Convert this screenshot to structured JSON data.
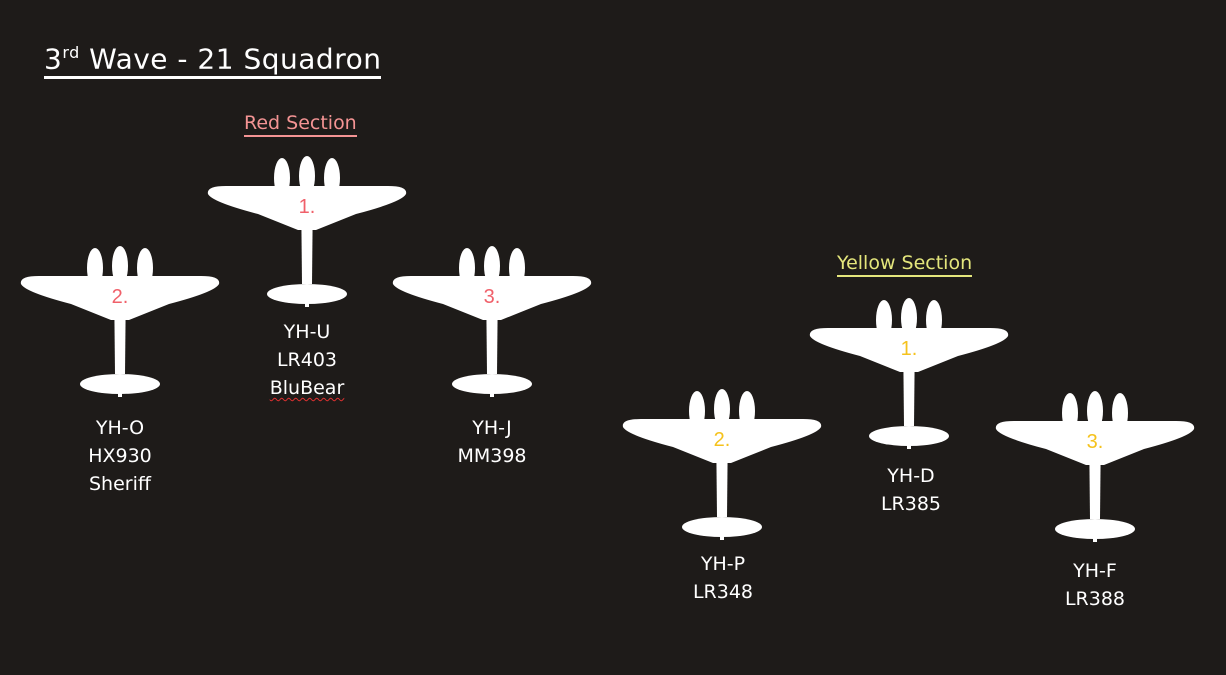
{
  "title": {
    "prefix": "3",
    "sup": "rd",
    "rest": " Wave - 21 Squadron"
  },
  "colors": {
    "background": "#1e1b19",
    "red_heading": "#f49494",
    "red_number": "#f0606a",
    "yellow_heading": "#e4e67c",
    "yellow_number": "#f5c21c"
  },
  "red_section": {
    "heading": "Red Section",
    "aircraft": [
      {
        "number": "1.",
        "code": "YH-U",
        "serial": "LR403",
        "pilot": "BluBear"
      },
      {
        "number": "2.",
        "code": "YH-O",
        "serial": "HX930",
        "pilot": "Sheriff"
      },
      {
        "number": "3.",
        "code": "YH-J",
        "serial": "MM398"
      }
    ]
  },
  "yellow_section": {
    "heading": "Yellow Section",
    "aircraft": [
      {
        "number": "1.",
        "code": "YH-D",
        "serial": "LR385"
      },
      {
        "number": "2.",
        "code": "YH-P",
        "serial": "LR348"
      },
      {
        "number": "3.",
        "code": "YH-F",
        "serial": "LR388"
      }
    ]
  }
}
